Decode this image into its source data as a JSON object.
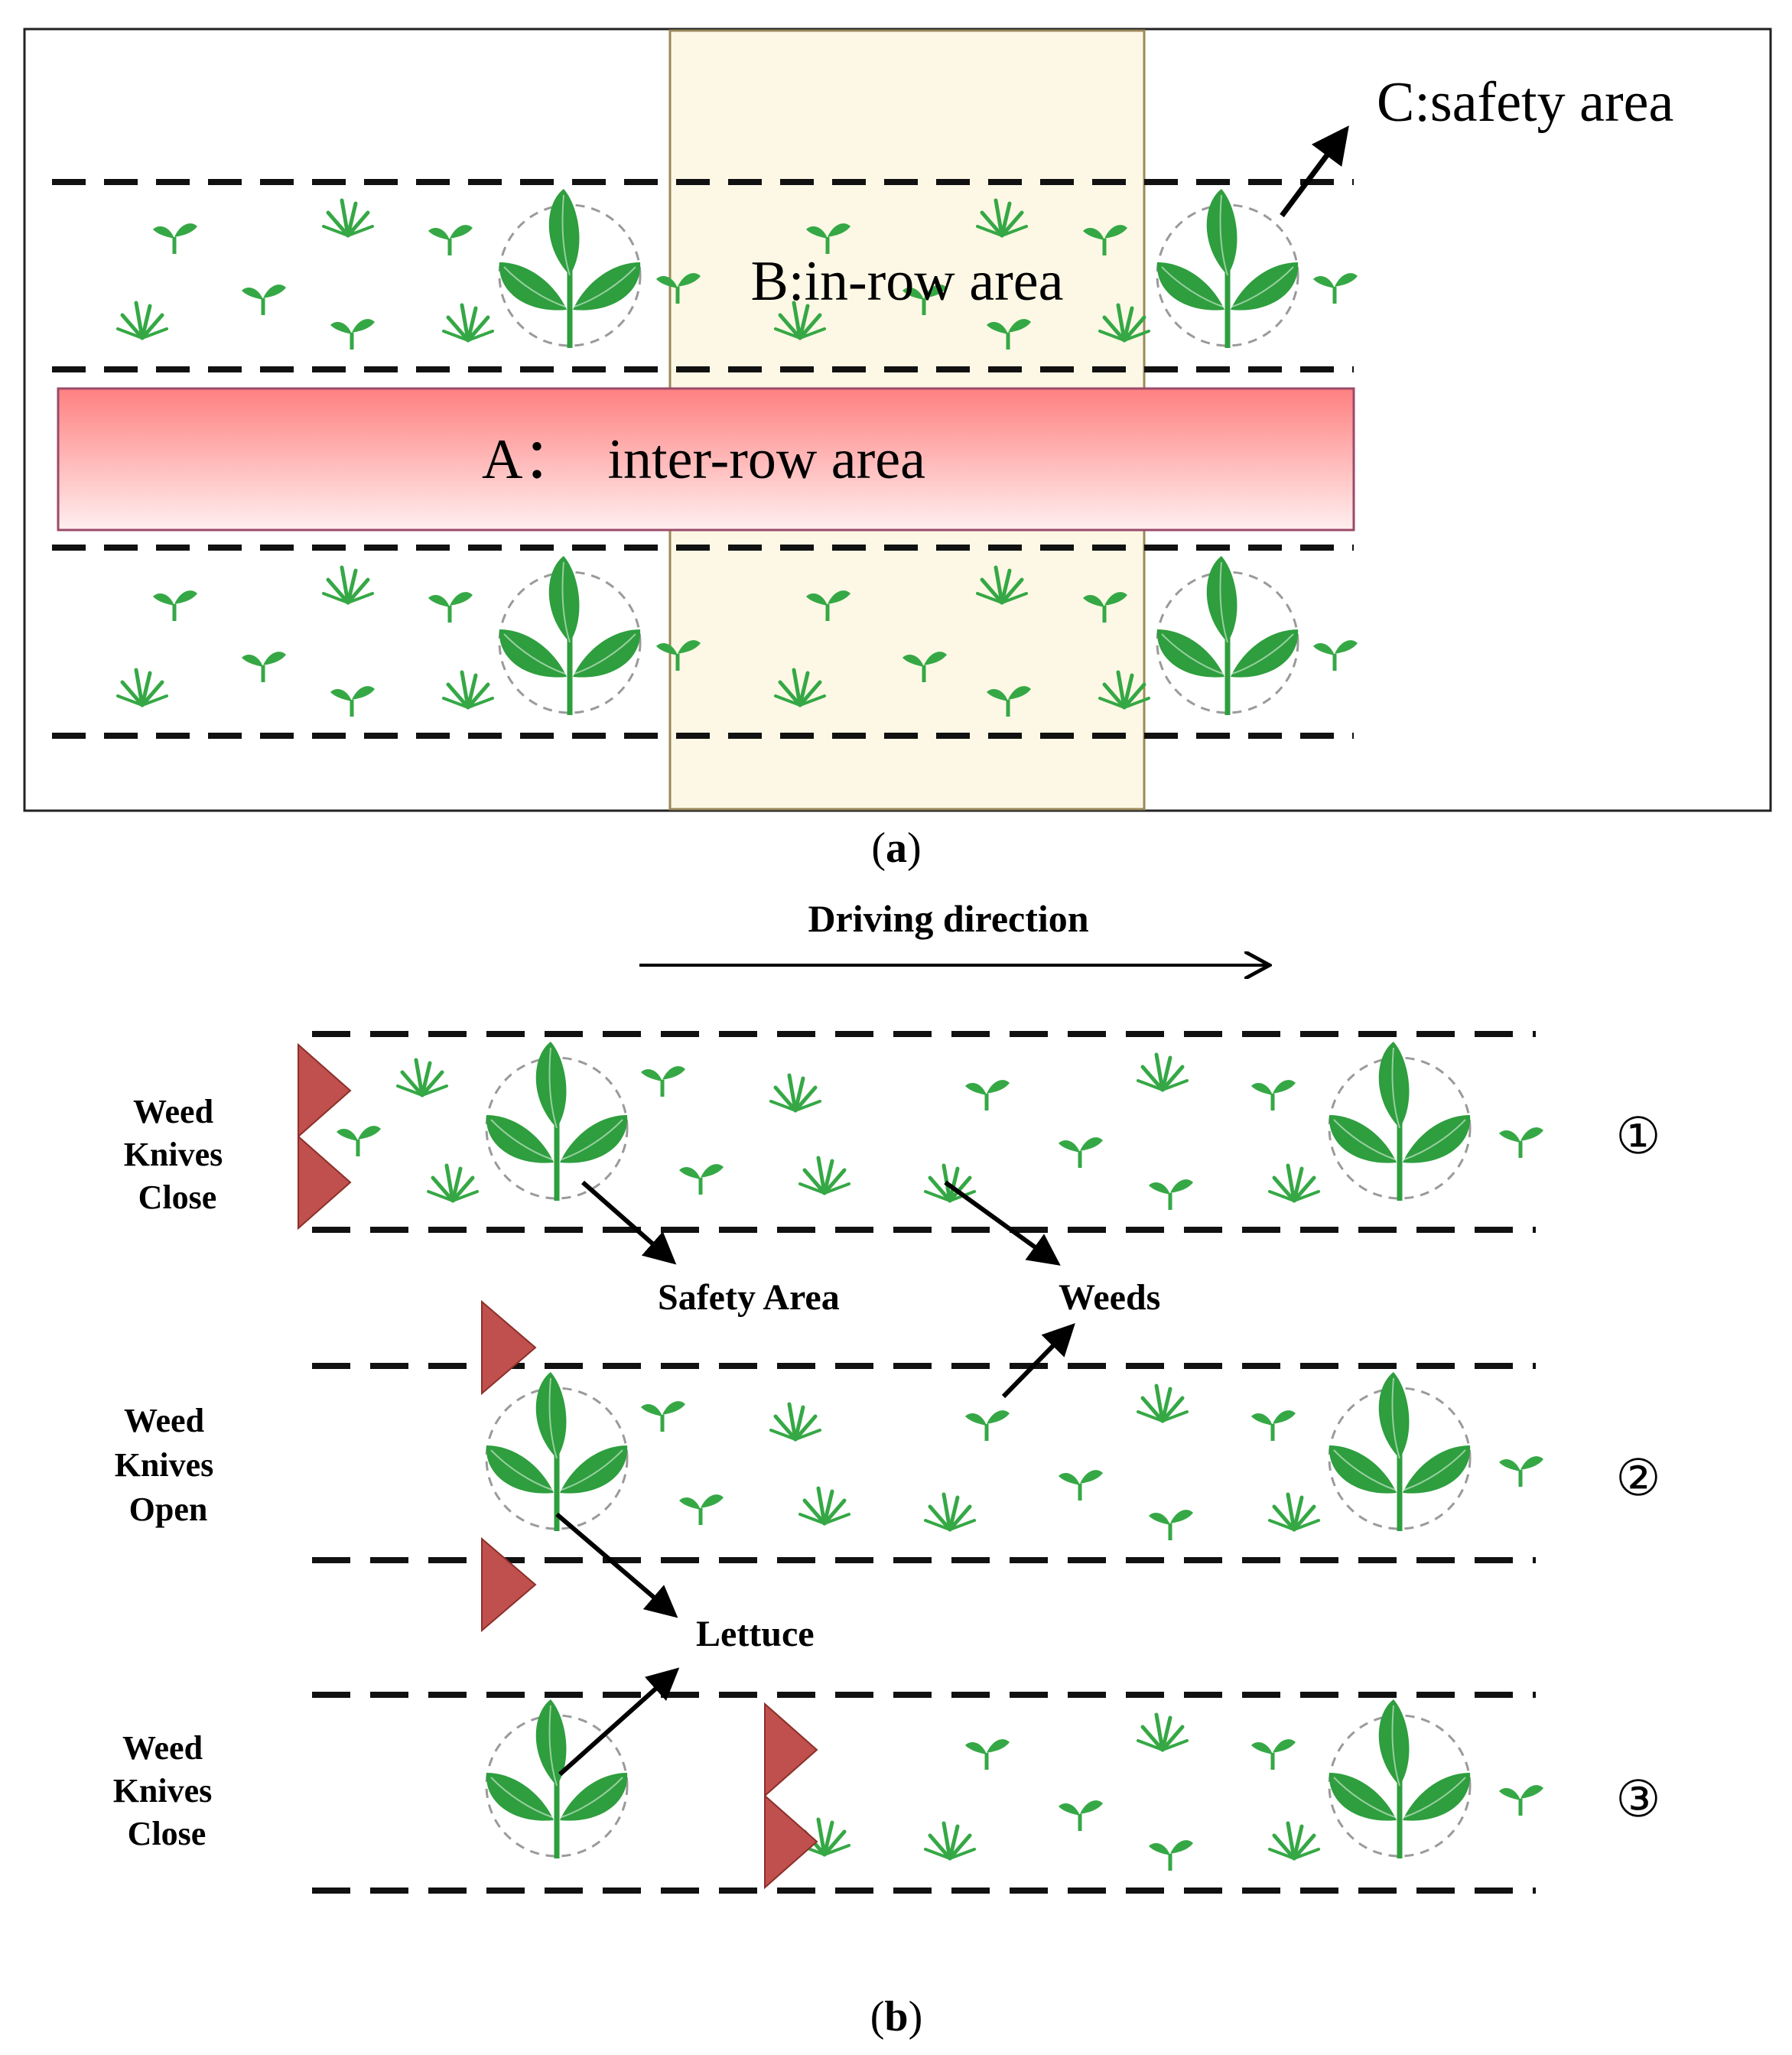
{
  "panel_a": {
    "label_a": "A：  inter-row area",
    "label_b": "B:in-row area",
    "label_c": "C:safety area",
    "caption_letter": "a",
    "colors": {
      "inter_row_top": "#ff8080",
      "inter_row_bottom": "#ffefef",
      "in_row_fill": "#fdf8e5",
      "in_row_border": "#9a8a5a"
    }
  },
  "panel_b": {
    "direction_label": "Driving direction",
    "stages": [
      {
        "line1": "Weed",
        "line2": "Knives",
        "line3": "Close",
        "number": "①"
      },
      {
        "line1": "Weed",
        "line2": "Knives",
        "line3": "Open",
        "number": "②"
      },
      {
        "line1": "Weed",
        "line2": "Knives",
        "line3": "Close",
        "number": "③"
      }
    ],
    "callouts": {
      "safety_area": "Safety Area",
      "weeds": "Weeds",
      "lettuce": "Lettuce"
    },
    "caption_letter": "b",
    "colors": {
      "knife": "#c0504d",
      "knife_edge": "#8c2f2a"
    }
  },
  "colors": {
    "plant": "#2e9e3e",
    "plant_dark": "#1f7a2e",
    "weed": "#35a845",
    "dash": "#111111"
  }
}
